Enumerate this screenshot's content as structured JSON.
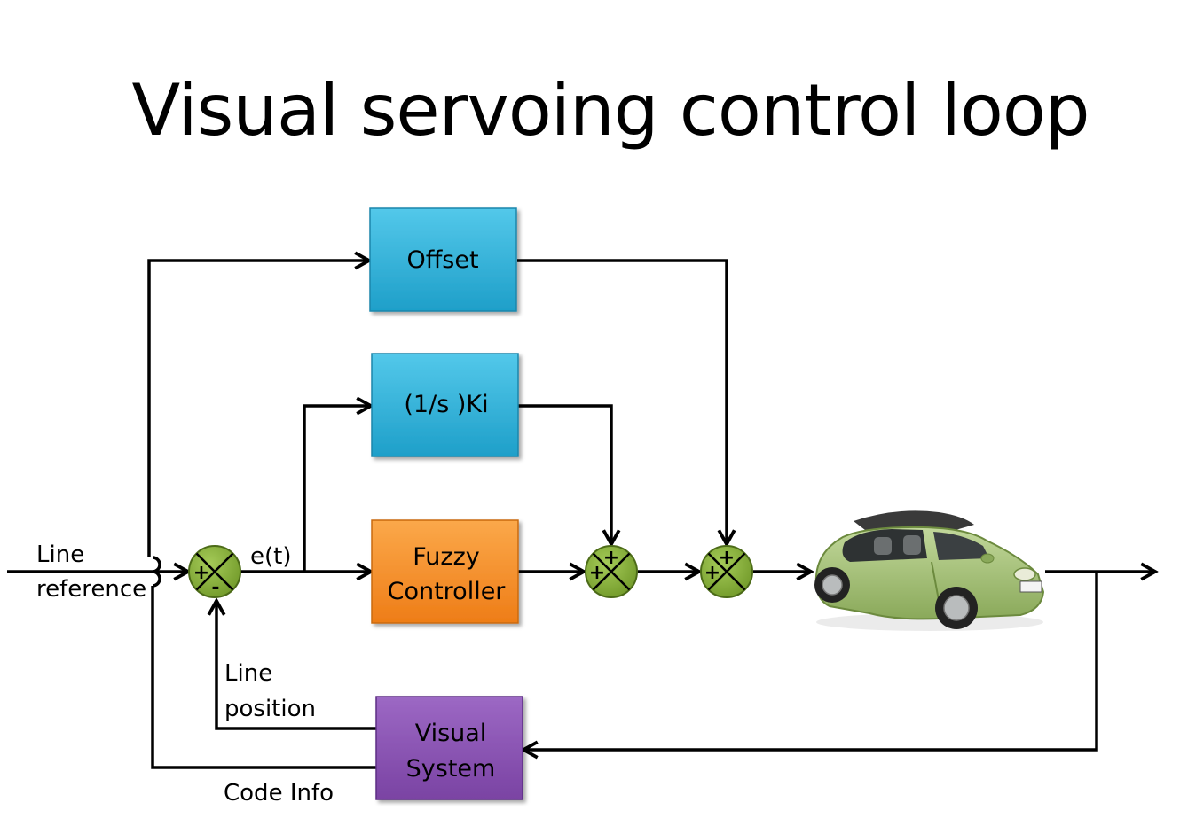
{
  "title": "Visual servoing control loop",
  "blocks": {
    "offset": "Offset",
    "integrator": "(1/s )Ki",
    "fuzzy_line1": "Fuzzy",
    "fuzzy_line2": "Controller",
    "visual_line1": "Visual",
    "visual_line2": "System"
  },
  "signals": {
    "line_reference_1": "Line",
    "line_reference_2": "reference",
    "error": "e(t)",
    "line_position_1": "Line",
    "line_position_2": "position",
    "code_info": "Code Info"
  },
  "summers": {
    "sum1_plus": "+",
    "sum1_minus": "-",
    "sum2_top": "+",
    "sum2_left": "+",
    "sum3_top": "+",
    "sum3_left": "+"
  },
  "colors": {
    "offset_block": "#2fb4d8",
    "integrator_block": "#2fb4d8",
    "fuzzy_block": "#f7922a",
    "visual_block": "#8a54b3",
    "summer": "#8ab43a",
    "car_body": "#9dbb6e"
  },
  "icons": {
    "plant": "car-icon"
  }
}
